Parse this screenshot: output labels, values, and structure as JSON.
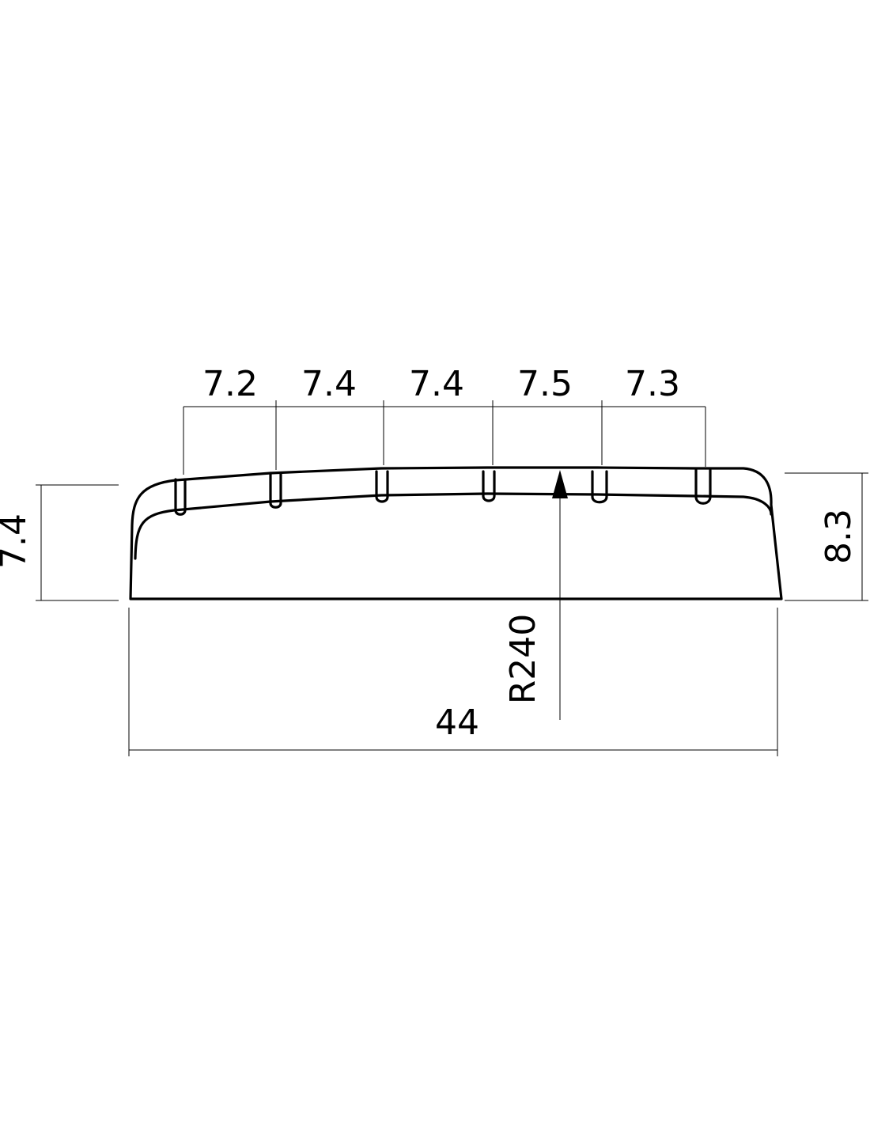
{
  "diagram": {
    "string_spacing_labels": [
      "7.2",
      "7.4",
      "7.4",
      "7.5",
      "7.3"
    ],
    "height_left_label": "7.4",
    "height_right_label": "8.3",
    "radius_label": "R240",
    "width_label": "44"
  },
  "colors": {
    "line": "#000000",
    "background": "#ffffff"
  }
}
